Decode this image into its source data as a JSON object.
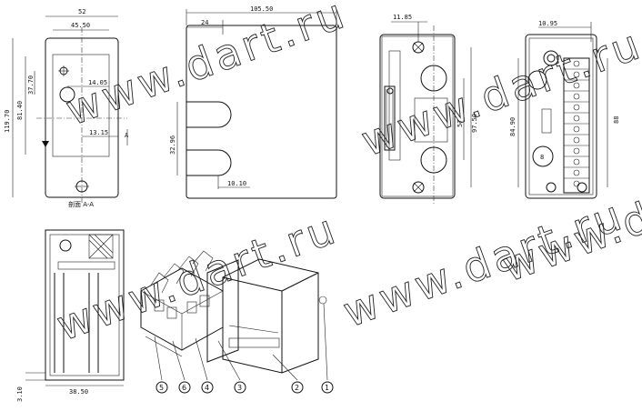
{
  "front_view": {
    "width": "52",
    "inner_width": "45.50",
    "height": "119.70",
    "height_inner": "81.40",
    "v1": "37.70",
    "h1": "14.05",
    "h2": "13.15",
    "section_mark": "A",
    "section_caption": "剖面 A-A"
  },
  "side_view": {
    "length": "105.50",
    "offset": "24",
    "slot_height": "32.96",
    "slot_depth": "10.10"
  },
  "back_view": {
    "top_offset": "11.85",
    "h_57": "57",
    "h_97": "97.50"
  },
  "terminal_view": {
    "top_offset": "10.95",
    "height_a": "84.90",
    "height_b": "88",
    "screw_label": "8"
  },
  "section_view": {
    "thickness": "3.10",
    "width": "38.50"
  },
  "callouts": [
    "5",
    "6",
    "4",
    "3",
    "2",
    "1"
  ],
  "watermark": "www.dart.ru"
}
